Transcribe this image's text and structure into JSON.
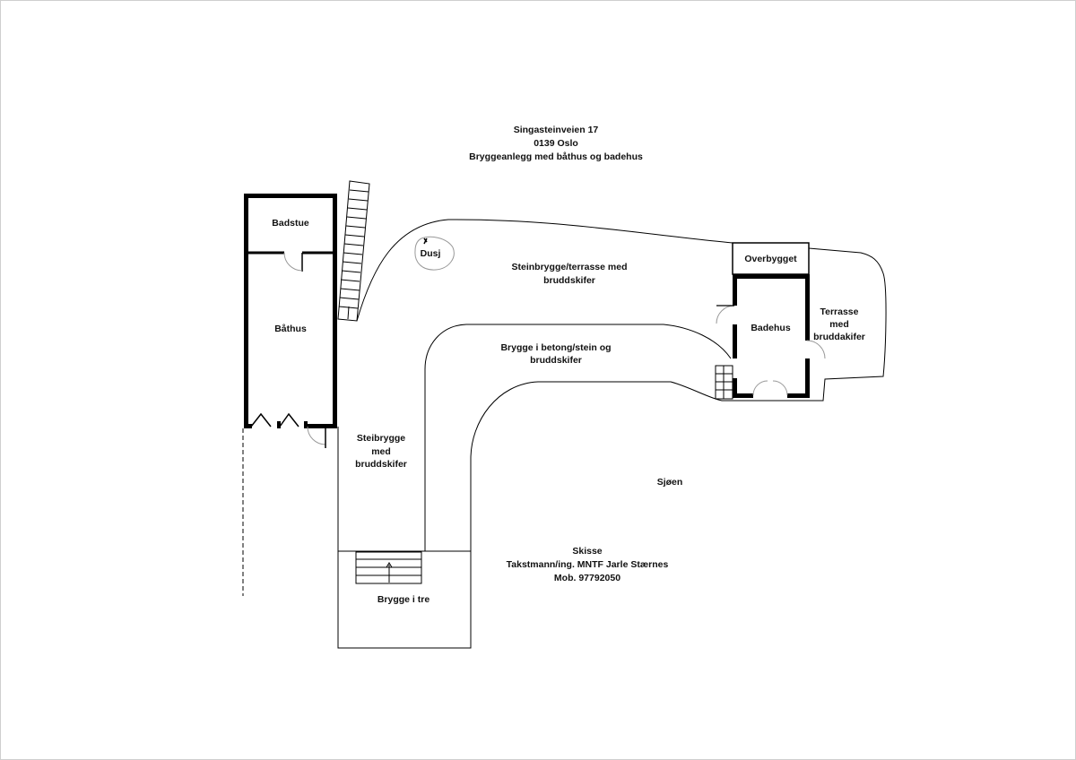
{
  "header": {
    "address_line1": "Singasteinveien 17",
    "address_line2": "0139 Oslo",
    "description": "Bryggeanlegg med båthus og badehus"
  },
  "rooms": {
    "badstue": "Badstue",
    "bathus": "Båthus",
    "dusj": "Dusj",
    "steinbrygge_terrasse": [
      "Steinbrygge/terrasse med",
      "bruddskifer"
    ],
    "overbygget": "Overbygget",
    "badehus": "Badehus",
    "terrasse": [
      "Terrasse",
      "med",
      "bruddakifer"
    ],
    "brygge_betong": [
      "Brygge i betong/stein og",
      "bruddskifer"
    ],
    "steibrygge": [
      "Steibrygge",
      "med",
      "bruddskifer"
    ],
    "brygge_tre": "Brygge i tre",
    "sjoen": "Sjøen"
  },
  "footer": {
    "title": "Skisse",
    "author": "Takstmann/ing. MNTF Jarle Stærnes",
    "phone": "Mob. 97792050"
  },
  "colors": {
    "line": "#000000",
    "background": "#ffffff",
    "door_arc": "#999999"
  }
}
